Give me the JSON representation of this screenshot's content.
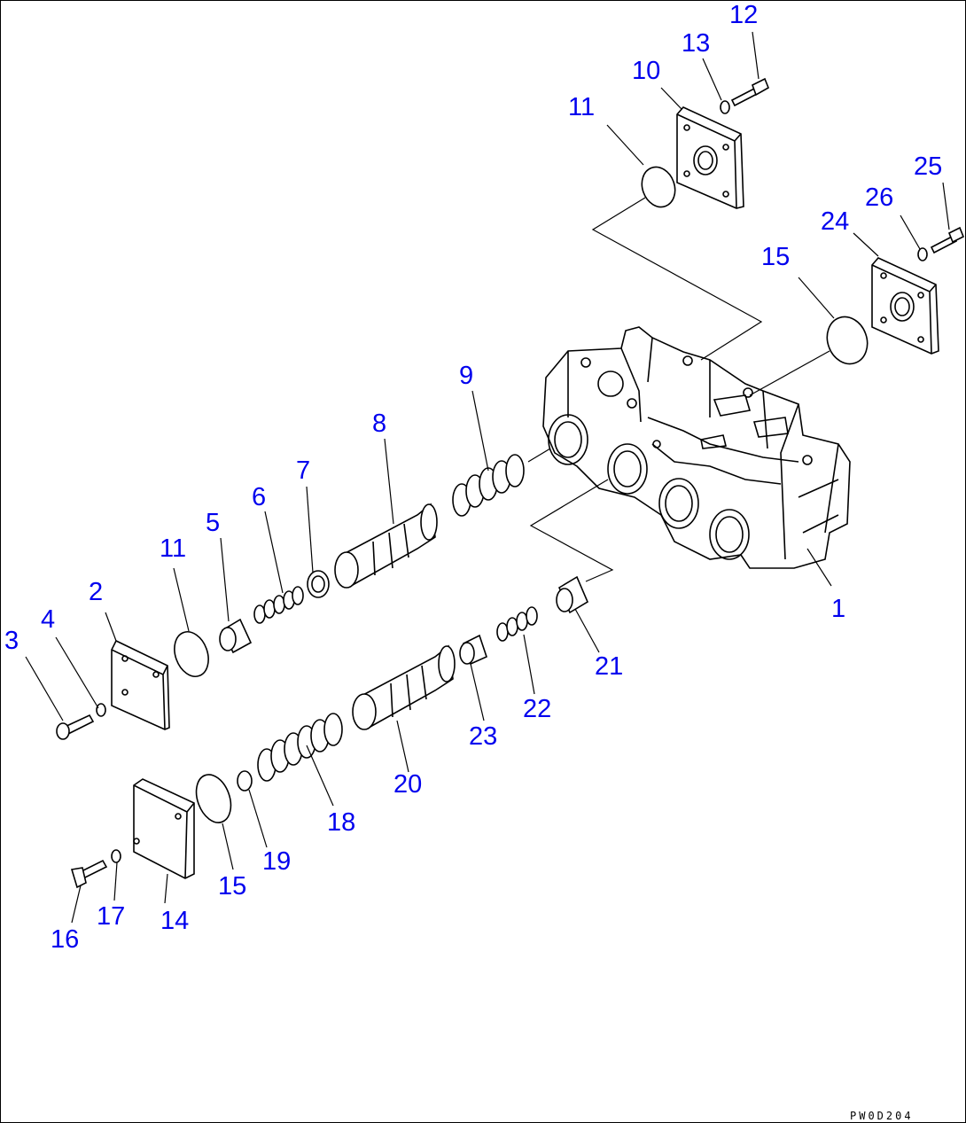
{
  "diagram": {
    "drawing_code": "PW0D204",
    "part_labels": [
      "1",
      "2",
      "3",
      "4",
      "5",
      "6",
      "7",
      "8",
      "9",
      "10",
      "11",
      "12",
      "13",
      "14",
      "15",
      "16",
      "17",
      "18",
      "19",
      "20",
      "21",
      "22",
      "23",
      "24",
      "25",
      "26",
      "11",
      "15"
    ]
  }
}
